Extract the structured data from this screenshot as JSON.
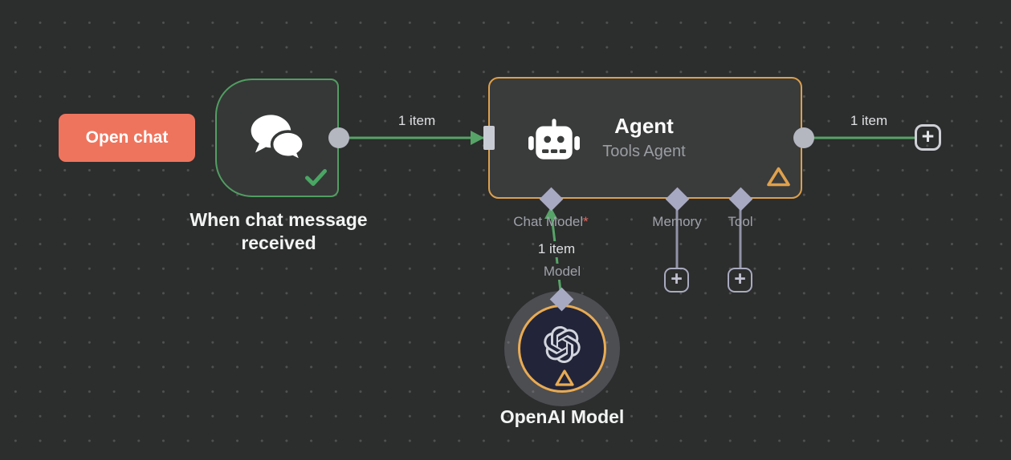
{
  "colors": {
    "canvas_bg": "#2c2d2d",
    "connection_green": "#56a467",
    "node_border_green": "#519e61",
    "node_border_amber": "#dda04b",
    "open_chat_coral": "#ef745d",
    "connector_gray": "#b4b6c0",
    "port_diamond": "#a7a9c2",
    "label_gray": "#9fa2aa",
    "required_red": "#e0685f",
    "openai_fill": "#222539"
  },
  "icons": {
    "chat": "speech-bubbles-icon",
    "check": "checkmark-icon",
    "robot": "robot-head-icon",
    "warning": "triangle-outline-icon",
    "openai": "openai-swirl-icon",
    "plus": "+"
  },
  "open_chat": {
    "label": "Open chat"
  },
  "trigger_node": {
    "name": "When chat message received"
  },
  "agent_node": {
    "title": "Agent",
    "subtitle": "Tools Agent",
    "ports": [
      {
        "label": "Chat Model",
        "required_mark": "*"
      },
      {
        "label": "Memory"
      },
      {
        "label": "Tool"
      }
    ]
  },
  "openai_node": {
    "name": "OpenAI Model"
  },
  "connections": {
    "trigger_to_agent": {
      "label": "1 item"
    },
    "agent_output": {
      "label": "1 item",
      "add_label": "+"
    },
    "model_to_agent": {
      "label": "1 item",
      "port_label": "Model"
    }
  },
  "add_buttons": {
    "memory": "+",
    "tool": "+"
  }
}
